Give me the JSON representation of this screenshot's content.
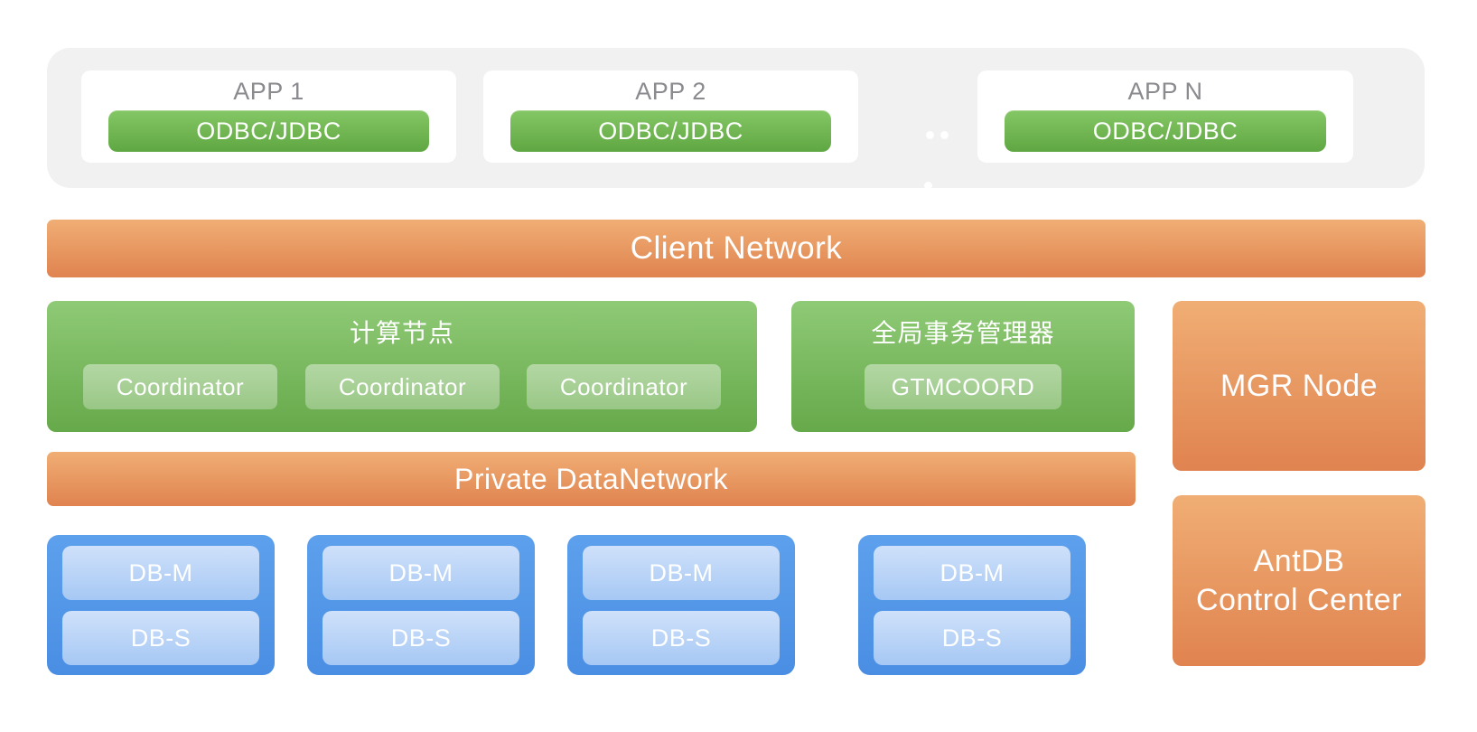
{
  "app_layer": {
    "apps": [
      {
        "title": "APP 1",
        "connector": "ODBC/JDBC"
      },
      {
        "title": "APP 2",
        "connector": "ODBC/JDBC"
      },
      {
        "title": "APP N",
        "connector": "ODBC/JDBC"
      }
    ]
  },
  "client_network": {
    "label": "Client Network"
  },
  "compute_node": {
    "title": "计算节点",
    "coordinators": [
      "Coordinator",
      "Coordinator",
      "Coordinator"
    ]
  },
  "gtm": {
    "title": "全局事务管理器",
    "node_label": "GTMCOORD"
  },
  "mgr_node": {
    "label": "MGR Node"
  },
  "private_network": {
    "label": "Private DataNetwork"
  },
  "data_node_groups": [
    {
      "master": "DB-M",
      "standby": "DB-S"
    },
    {
      "master": "DB-M",
      "standby": "DB-S"
    },
    {
      "master": "DB-M",
      "standby": "DB-S"
    },
    {
      "master": "DB-M",
      "standby": "DB-S"
    }
  ],
  "control_center": {
    "label_line1": "AntDB",
    "label_line2": "Control Center"
  },
  "colors": {
    "orange_top": "#f0ae74",
    "orange_bottom": "#e08350",
    "green_top": "#8fca76",
    "green_bottom": "#66a94a",
    "blue_top": "#5da0ec",
    "blue_bottom": "#4a8ee4",
    "light_blue_pill": "#b9d3f7",
    "gray_container": "#f1f1f2",
    "app_title_gray": "#8a8a8f",
    "white": "#ffffff"
  }
}
